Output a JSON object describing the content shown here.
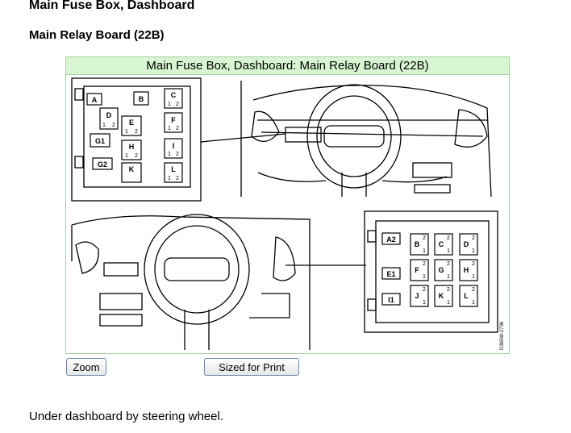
{
  "page": {
    "title": "Main Fuse Box, Dashboard",
    "subtitle": "Main Relay Board (22B)",
    "description": "Under dashboard by steering wheel."
  },
  "figure": {
    "caption": "Main Fuse Box, Dashboard: Main Relay Board (22B)",
    "drawing_code": "D365W-2736",
    "top_board_labels": [
      "A",
      "B",
      "C",
      "D",
      "E",
      "F",
      "G1",
      "H",
      "I",
      "G2",
      "K",
      "L"
    ],
    "bottom_board_labels": [
      "A2",
      "B",
      "C",
      "D",
      "E1",
      "F",
      "G",
      "H",
      "I1",
      "J",
      "K",
      "L"
    ],
    "terminal_numbers": [
      "1",
      "2"
    ]
  },
  "buttons": {
    "zoom": "Zoom",
    "print": "Sized for Print"
  },
  "colors": {
    "caption_bg": "#d6f5d0",
    "figure_border": "#a8cfa8"
  }
}
